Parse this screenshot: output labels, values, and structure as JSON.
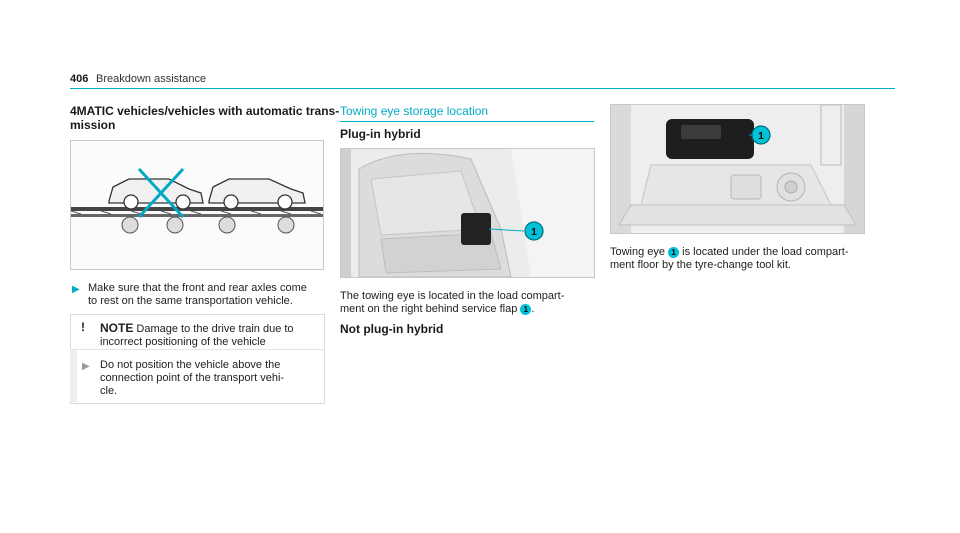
{
  "header": {
    "page_number": "406",
    "section": "Breakdown assistance"
  },
  "col1": {
    "heading_line1": "4MATIC vehicles/vehicles with automatic trans-",
    "heading_line2": "mission",
    "step1_line1": "Make sure that the front and rear axles come",
    "step1_line2": "to rest on the same transportation vehicle.",
    "note_label": "NOTE",
    "note_line1": "Damage to the drive train due to",
    "note_line2": "incorrect positioning of the vehicle",
    "note_step_line1": "Do not position the vehicle above the",
    "note_step_line2": "connection point of the transport vehi-",
    "note_step_line3": "cle."
  },
  "col2": {
    "title": "Towing eye storage location",
    "sub1": "Plug-in hybrid",
    "text_line1": "The towing eye is located in the load compart-",
    "text_line2a": "ment on the right behind service flap",
    "text_line2b": ".",
    "sub2": "Not plug-in hybrid"
  },
  "col3": {
    "text_line1a": "Towing eye",
    "text_line1b": "is located under the load compart-",
    "text_line2": "ment floor by the tyre-change tool kit."
  },
  "callout_label": "1",
  "colors": {
    "accent": "#00adc6",
    "callout": "#00c1d5"
  },
  "icons": {
    "step_arrow": "▶",
    "warning": "!"
  }
}
